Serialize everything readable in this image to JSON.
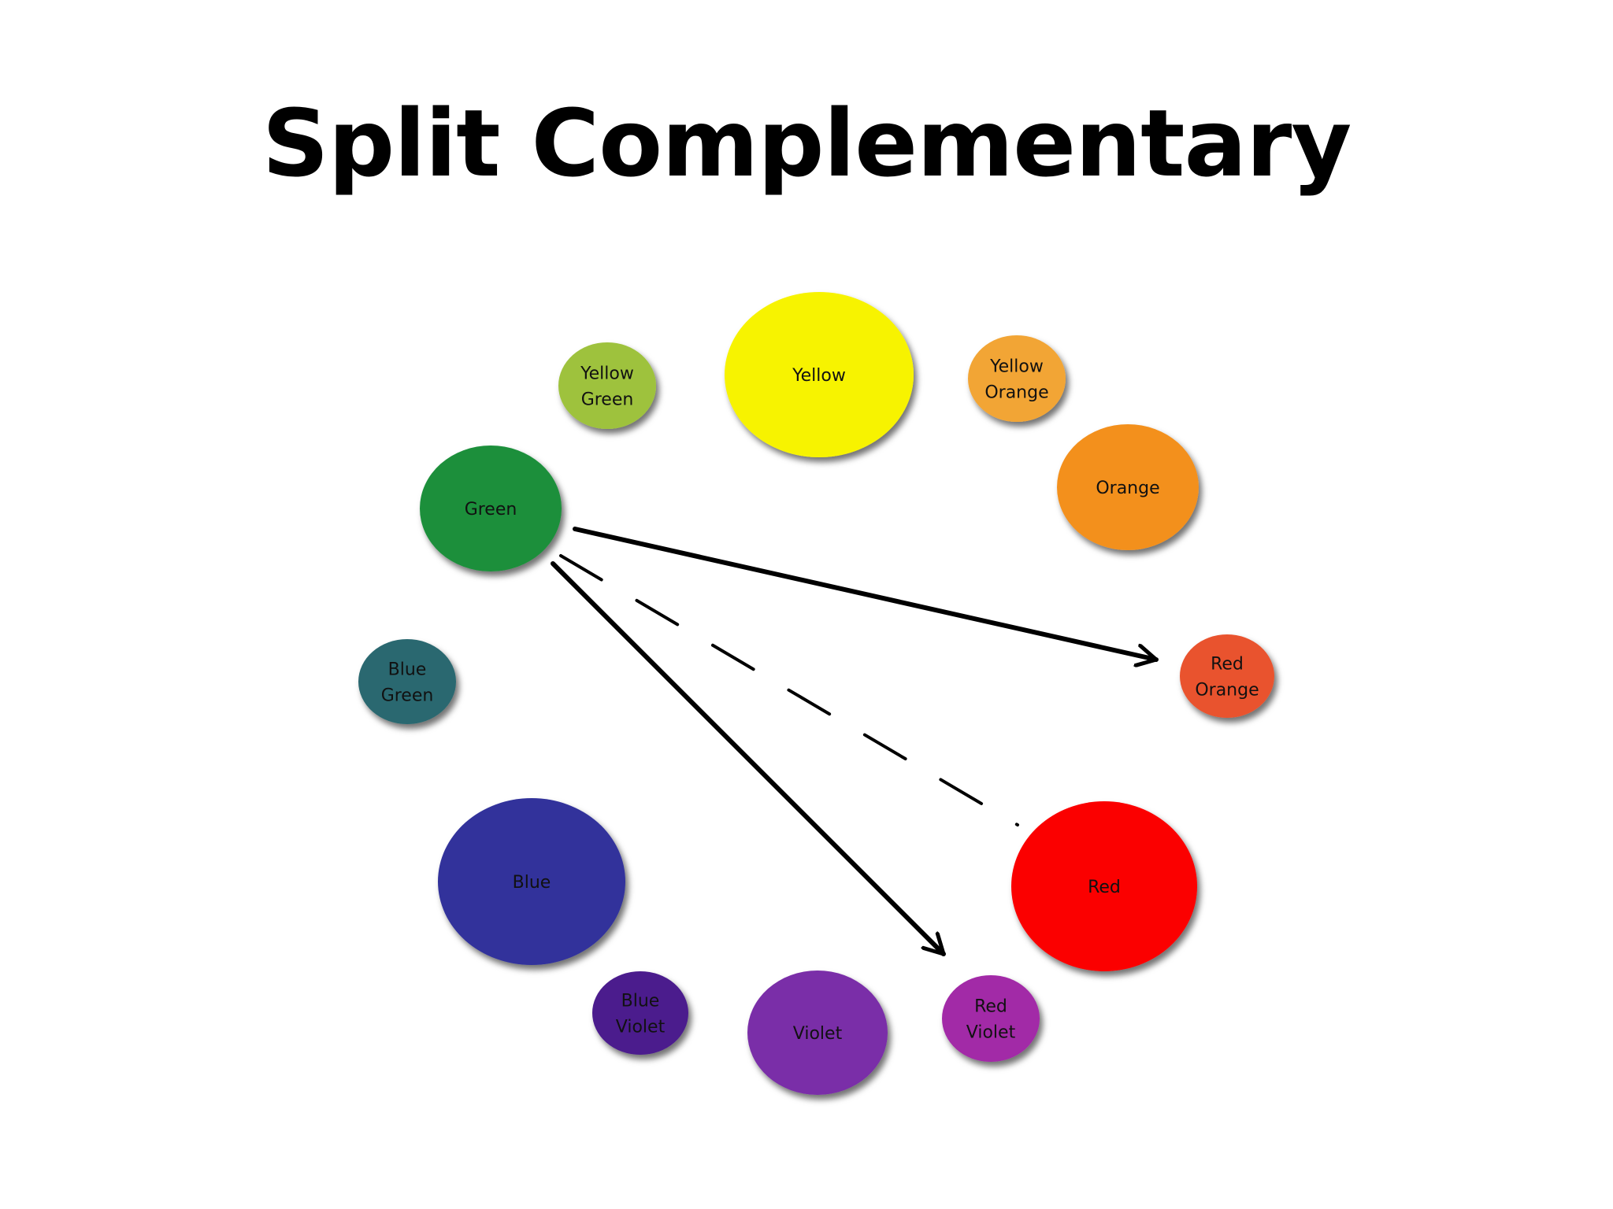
{
  "title": "Split Complementary",
  "colors": [
    {
      "id": "yellow",
      "lines": [
        "Yellow"
      ],
      "fill": "#f7f300"
    },
    {
      "id": "yellow-orange",
      "lines": [
        "Yellow",
        "Orange"
      ],
      "fill": "#f2a535"
    },
    {
      "id": "orange",
      "lines": [
        "Orange"
      ],
      "fill": "#f3901f"
    },
    {
      "id": "red-orange",
      "lines": [
        "Red",
        "Orange"
      ],
      "fill": "#e9532d"
    },
    {
      "id": "red",
      "lines": [
        "Red"
      ],
      "fill": "#fb0000"
    },
    {
      "id": "red-violet",
      "lines": [
        "Red",
        "Violet"
      ],
      "fill": "#a22aa7"
    },
    {
      "id": "violet",
      "lines": [
        "Violet"
      ],
      "fill": "#7a2fa8"
    },
    {
      "id": "blue-violet",
      "lines": [
        "Blue",
        "Violet"
      ],
      "fill": "#4b1d8d"
    },
    {
      "id": "blue",
      "lines": [
        "Blue"
      ],
      "fill": "#30339b"
    },
    {
      "id": "blue-green",
      "lines": [
        "Blue",
        "Green"
      ],
      "fill": "#29686f"
    },
    {
      "id": "green",
      "lines": [
        "Green"
      ],
      "fill": "#1a8f3a"
    },
    {
      "id": "yellow-green",
      "lines": [
        "Yellow",
        "Green"
      ],
      "fill": "#9ec23e"
    }
  ],
  "relations": [
    {
      "from": "green",
      "to": "red-orange",
      "style": "solid-arrow"
    },
    {
      "from": "green",
      "to": "red-violet",
      "style": "solid-arrow"
    },
    {
      "from": "green",
      "to": "red",
      "style": "dashed"
    }
  ]
}
